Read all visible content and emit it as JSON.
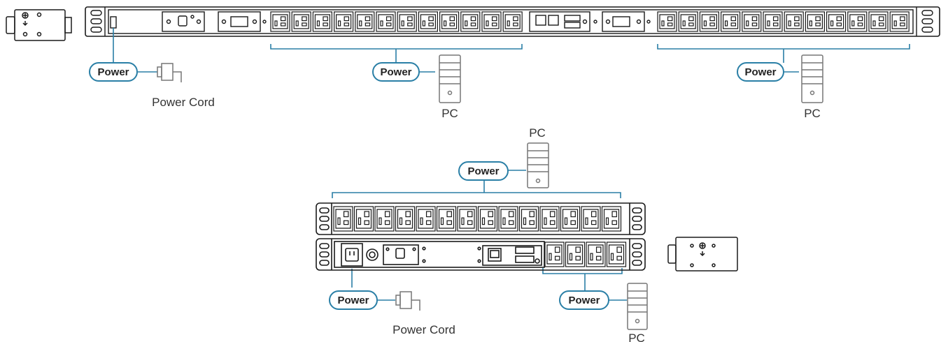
{
  "diagram": {
    "colors": {
      "line": "#1a1a1a",
      "accent": "#2a7fa6",
      "device": "#888888"
    },
    "power_label": "Power",
    "cord_label": "Power Cord",
    "pc_label": "PC",
    "vertical_pdu": {
      "left_outlets": 12,
      "right_outlets": 12,
      "labels": {
        "power_in": "Power",
        "left_group": "Power",
        "right_group": "Power"
      },
      "cord": "Power Cord",
      "pc_left": "PC",
      "pc_right": "PC"
    },
    "rack_pdu": {
      "top_outlets": 14,
      "bottom_outlets": 4,
      "labels": {
        "top_group": "Power",
        "power_in": "Power",
        "bottom_group": "Power"
      },
      "cord": "Power Cord",
      "pc_top": "PC",
      "pc_bottom": "PC"
    }
  }
}
